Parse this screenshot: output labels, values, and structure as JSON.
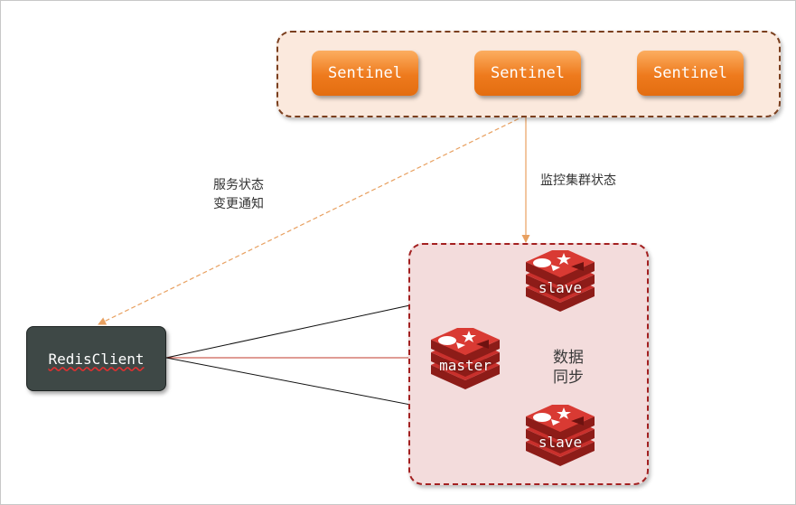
{
  "sentinels": {
    "items": [
      "Sentinel",
      "Sentinel",
      "Sentinel"
    ]
  },
  "client": {
    "label": "RedisClient"
  },
  "labels": {
    "notify_line1": "服务状态",
    "notify_line2": "变更通知",
    "monitor": "监控集群状态",
    "sync_line1": "数据",
    "sync_line2": "同步"
  },
  "nodes": {
    "slave_top": "slave",
    "master": "master",
    "slave_bottom": "slave"
  },
  "colors": {
    "sentinel_box": "#ee7a1d",
    "cluster_border": "#a32020",
    "cluster_fill": "#f3dcdc",
    "monitor_arrow": "#e8a060",
    "client_box": "#3e4846",
    "redis_red": "#c9302c"
  }
}
